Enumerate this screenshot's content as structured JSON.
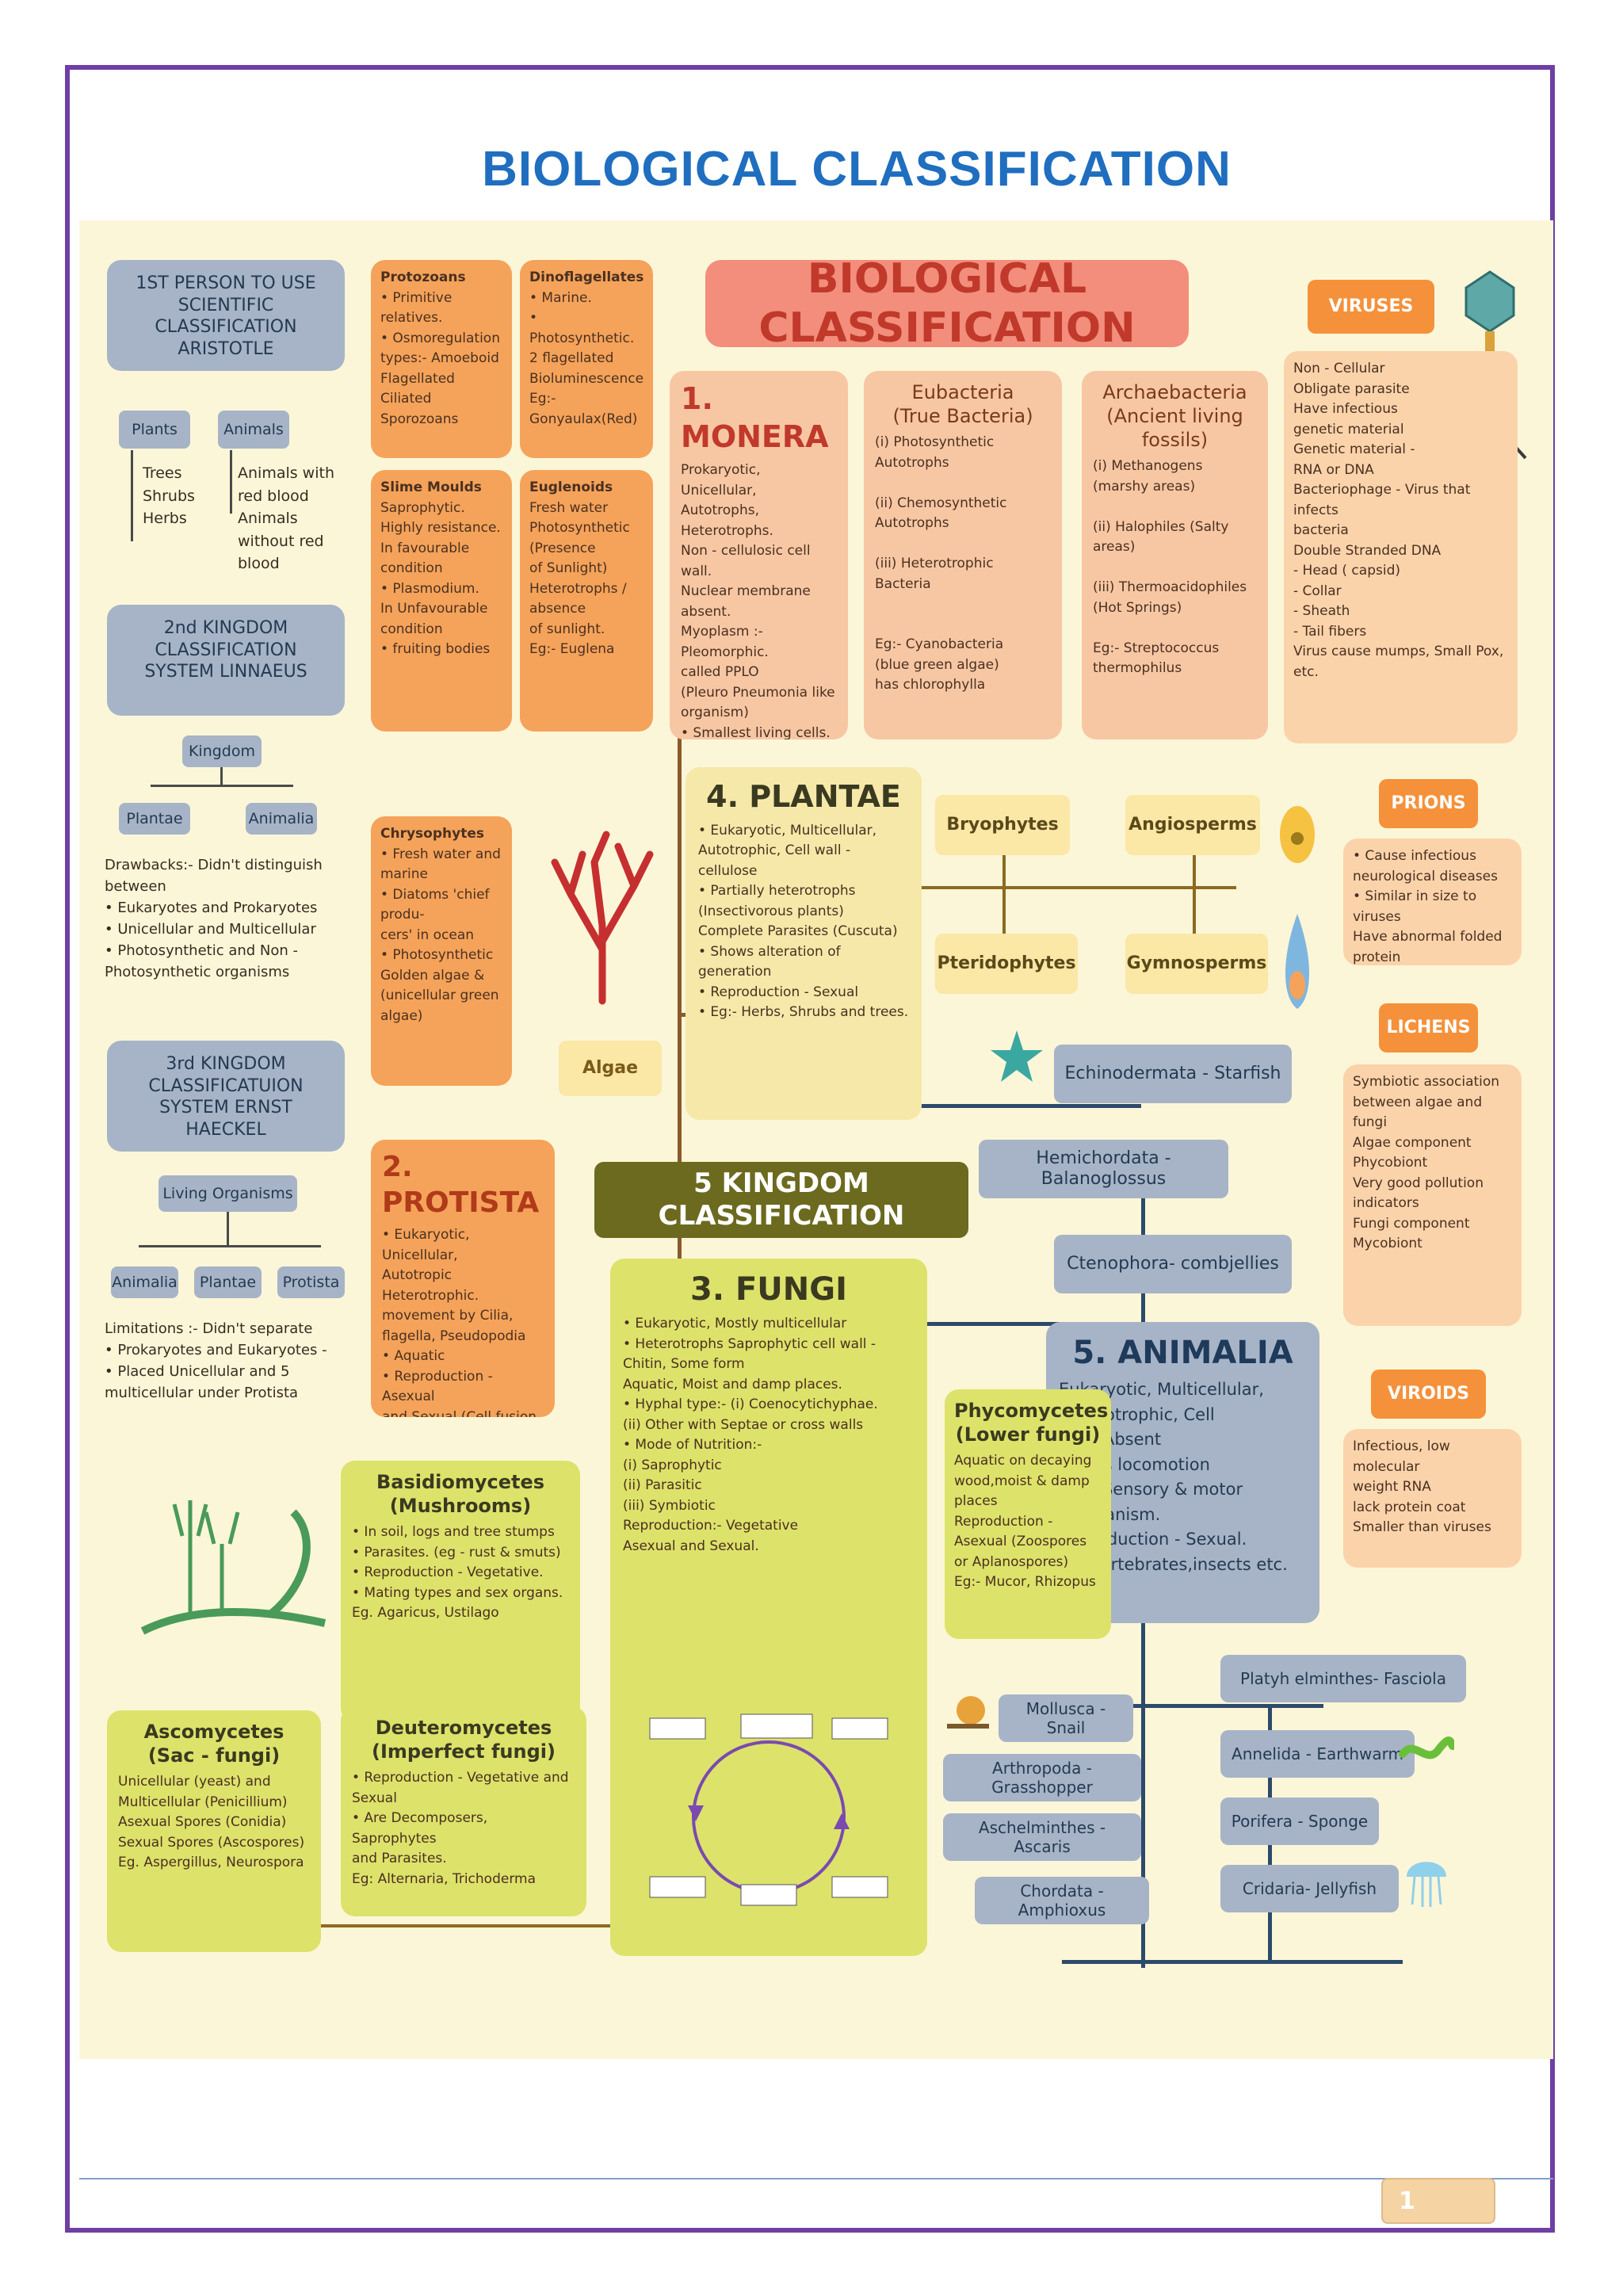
{
  "document_title": "BIOLOGICAL CLASSIFICATION",
  "page_number": "1",
  "banner_title": "BIOLOGICAL CLASSIFICATION",
  "center_label": "5 KINGDOM CLASSIFICATION",
  "aristotle": {
    "title": "1ST PERSON TO USE SCIENTIFIC CLASSIFICATION ARISTOTLE",
    "plants": "Plants",
    "animals": "Animals",
    "plant_items": [
      "Trees",
      "Shrubs",
      "Herbs"
    ],
    "animal_items": [
      "Animals with red blood",
      "Animals without red blood"
    ]
  },
  "linnaeus": {
    "title": "2nd KINGDOM CLASSIFICATION SYSTEM LINNAEUS",
    "kingdom": "Kingdom",
    "plantae": "Plantae",
    "animalia": "Animalia",
    "drawbacks": "Drawbacks:- Didn't distinguish between\n• Eukaryotes and Prokaryotes\n• Unicellular and Multicellular\n• Photosynthetic and Non -\n  Photosynthetic organisms"
  },
  "haeckel": {
    "title": "3rd KINGDOM CLASSIFICATUION SYSTEM ERNST HAECKEL",
    "root": "Living Organisms",
    "animalia": "Animalia",
    "plantae": "Plantae",
    "protista": "Protista",
    "limitations": "Limitations :- Didn't separate\n• Prokaryotes and Eukaryotes -\n• Placed Unicellular and 5\n  multicellular under Protista"
  },
  "protozoans": {
    "title": "Protozoans",
    "body": "• Primitive relatives.\n• Osmoregulation\ntypes:- Amoeboid\nFlagellated\nCiliated\nSporozoans"
  },
  "dinoflagellates": {
    "title": "Dinoflagellates",
    "body": "• Marine.\n• Photosynthetic.\n2 flagellated\nBioluminescence\nEg:- Gonyaulax(Red)"
  },
  "slime_moulds": {
    "title": "Slime Moulds",
    "body": "Saprophytic.\nHighly resistance.\nIn favourable\ncondition\n• Plasmodium.\nIn Unfavourable\ncondition\n• fruiting bodies"
  },
  "euglenoids": {
    "title": "Euglenoids",
    "body": "Fresh water\nPhotosynthetic\n(Presence\nof Sunlight)\nHeterotrophs /\nabsence\nof sunlight.\nEg:- Euglena"
  },
  "chrysophytes": {
    "title": "Chrysophytes",
    "body": "• Fresh water and\nmarine\n• Diatoms 'chief produ-\ncers' in ocean\n• Photosynthetic\nGolden algae &\n(unicellular green\nalgae)"
  },
  "algae": "Algae",
  "monera": {
    "title": "1. MONERA",
    "body": "Prokaryotic, Unicellular,\nAutotrophs, Heterotrophs.\nNon - cellulosic cell wall.\nNuclear membrane absent.\nMyoplasm :- Pleomorphic.\ncalled PPLO\n(Pleuro Pneumonia like\norganism)\n• Smallest living cells.\n• Reproduction -\nAsexual and Sexual"
  },
  "eubacteria": {
    "title": "Eubacteria\n(True Bacteria)",
    "body": "(i) Photosynthetic Autotrophs\n\n(ii) Chemosynthetic Autotrophs\n\n(iii) Heterotrophic Bacteria\n\n\nEg:- Cyanobacteria\n(blue green algae)\nhas chlorophylla"
  },
  "archaebacteria": {
    "title": "Archaebacteria\n(Ancient living fossils)",
    "body": "(i) Methanogens\n(marshy areas)\n\n(ii) Halophiles (Salty areas)\n\n(iii) Thermoacidophiles\n(Hot Springs)\n\nEg:- Streptococcus\nthermophilus"
  },
  "viruses": {
    "label": "VIRUSES",
    "body": "Non - Cellular\nObligate parasite\nHave infectious\ngenetic material\nGenetic material -\nRNA or DNA\nBacteriophage - Virus that infects\nbacteria\nDouble Stranded DNA\n  - Head ( capsid)\n  - Collar\n  - Sheath\n  - Tail fibers\nVirus cause mumps, Small Pox, etc."
  },
  "prions": {
    "label": "PRIONS",
    "body": "• Cause infectious\nneurological diseases\n• Similar in size to viruses\nHave abnormal folded\nprotein"
  },
  "lichens": {
    "label": "LICHENS",
    "body": "Symbiotic association\nbetween algae and\nfungi\nAlgae component\nPhycobiont\nVery good pollution\nindicators\nFungi component\nMycobiont"
  },
  "viroids": {
    "label": "VIROIDS",
    "body": "Infectious, low molecular\nweight RNA\nlack protein coat\nSmaller than viruses"
  },
  "plantae": {
    "title": "4. PLANTAE",
    "body": "• Eukaryotic, Multicellular,\nAutotrophic, Cell wall - cellulose\n• Partially heterotrophs\n(Insectivorous plants)\nComplete Parasites (Cuscuta)\n• Shows alteration of generation\n• Reproduction - Sexual\n• Eg:- Herbs, Shrubs and trees."
  },
  "plant_groups": {
    "bryophytes": "Bryophytes",
    "angiosperms": "Angiosperms",
    "pteridophytes": "Pteridophytes",
    "gymnosperms": "Gymnosperms"
  },
  "protista": {
    "title": "2. PROTISTA",
    "body": "• Eukaryotic, Unicellular,\nAutotropic Heterotrophic.\nmovement by Cilia,\nflagella, Pseudopodia\n• Aquatic\n• Reproduction - Asexual\nand Sexual (Cell fusion\nand zygote formation)"
  },
  "fungi": {
    "title": "3. FUNGI",
    "body": "• Eukaryotic, Mostly multicellular\n• Heterotrophs Saprophytic cell wall -\nChitin, Some form\nAquatic, Moist and damp places.\n• Hyphal type:- (i) Coenocytichyphae.\n(ii) Other with Septae or cross walls\n• Mode of Nutrition:-\n(i) Saprophytic\n(ii) Parasitic\n(iii) Symbiotic\nReproduction:- Vegetative\nAsexual and Sexual."
  },
  "phycomycetes": {
    "title": "Phycomycetes\n(Lower fungi)",
    "body": "Aquatic on decaying\nwood,moist & damp places\nReproduction -\nAsexual (Zoospores\nor Aplanospores)\nEg:- Mucor, Rhizopus"
  },
  "basidiomycetes": {
    "title": "Basidiomycetes\n(Mushrooms)",
    "body": "• In soil, logs and tree stumps\n• Parasites. (eg - rust & smuts)\n• Reproduction - Vegetative.\n• Mating types and sex organs.\nEg. Agaricus, Ustilago"
  },
  "ascomycetes": {
    "title": "Ascomycetes\n(Sac - fungi)",
    "body": "Unicellular (yeast) and\nMulticellular (Penicillium)\nAsexual Spores (Conidia)\nSexual Spores (Ascospores)\nEg. Aspergillus, Neurospora"
  },
  "deuteromycetes": {
    "title": "Deuteromycetes\n(Imperfect fungi)",
    "body": "• Reproduction - Vegetative and Sexual\n• Are Decomposers, Saprophytes\nand Parasites.\nEg: Alternaria, Trichoderma"
  },
  "animalia": {
    "title": "5. ANIMALIA",
    "body": "Eukaryotic, Multicellular,\nHeterotrophic, Cell\nwall- Absent\nShows locomotion\nHigh Sensory & motor mechanism.\nReproduction - Sexual.\nEg. Vertebrates,insects etc."
  },
  "phyla": {
    "echinodermata": "Echinodermata - Starfish",
    "hemichordata": "Hemichordata - Balanoglossus",
    "ctenophora": "Ctenophora- combjellies",
    "mollusca": "Mollusca - Snail",
    "arthropoda": "Arthropoda - Grasshopper",
    "aschelminthes": "Aschelminthes - Ascaris",
    "chordata": "Chordata - Amphioxus",
    "platyhelminthes": "Platyh elminthes- Fasciola",
    "annelida": "Annelida - Earthwarm",
    "porifera": "Porifera - Sponge",
    "cnidaria": "Cridaria- Jellyfish"
  },
  "colors": {
    "frame": "#6f3fa4",
    "title": "#1f6ebf",
    "banner": "#f28e7b",
    "banner_text": "#c0392b",
    "grey": "#a7b4c7",
    "orange": "#f5a35a",
    "lime": "#dde26b"
  }
}
